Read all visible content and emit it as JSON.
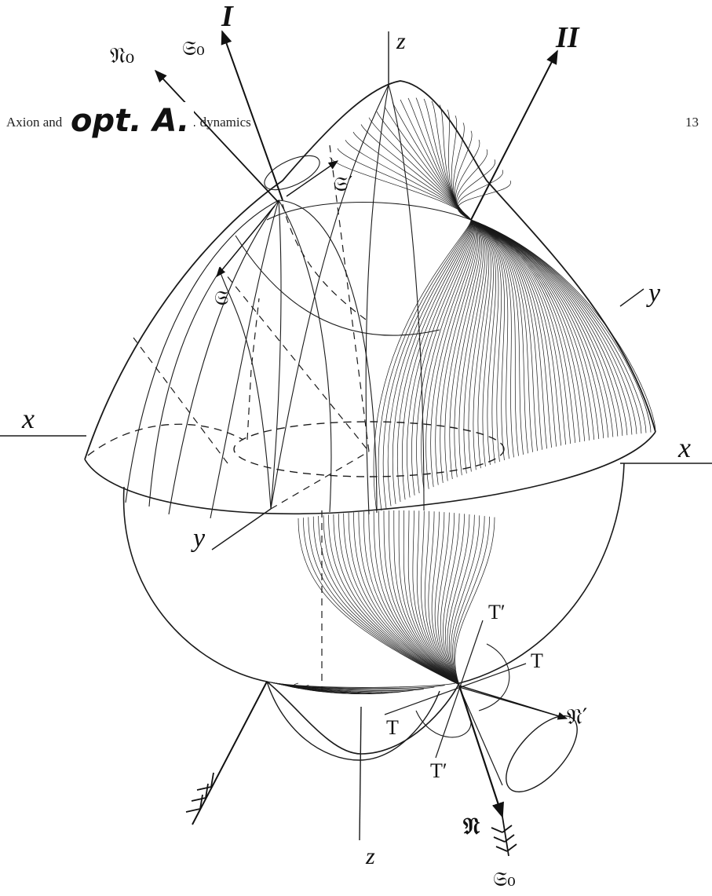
{
  "page": {
    "header_text": "Axion and … emerge from local … dynamics",
    "page_number": "13",
    "handwritten_note": "opt. A."
  },
  "figure": {
    "optic_axis_labels": {
      "first": "I",
      "second": "II"
    },
    "coordinate_labels": {
      "x_left": "x",
      "x_right": "x",
      "y_upper": "y",
      "y_lower": "y",
      "z_top": "z",
      "z_bottom": "z"
    },
    "vector_labels": {
      "N0": "𝔑₀",
      "S0_top": "𝔖₀",
      "S_prime": "𝔖′",
      "S": "𝔖",
      "N_prime": "𝔑′",
      "N": "𝔑",
      "S0_bottom": "𝔖₀"
    },
    "tangent_labels": {
      "T_prime_upper": "T′",
      "T_right": "T",
      "T_left": "T",
      "T_prime_lower": "T′"
    }
  }
}
